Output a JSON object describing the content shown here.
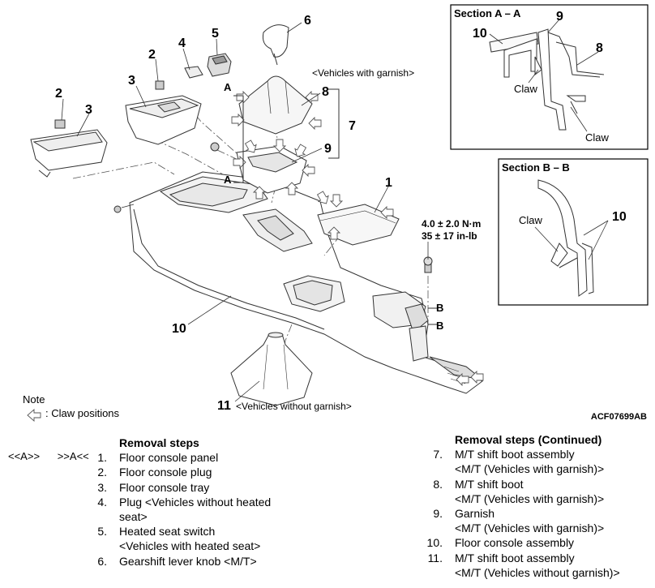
{
  "callouts": {
    "n1": "1",
    "n2a": "2",
    "n2b": "2",
    "n3a": "3",
    "n3b": "3",
    "n4": "4",
    "n5": "5",
    "n6": "6",
    "n7": "7",
    "n8": "8",
    "n9": "9",
    "n10": "10",
    "n11": "11",
    "a1": "A",
    "a2": "A",
    "b1": "B",
    "b2": "B"
  },
  "labels": {
    "with_garnish": "<Vehicles with garnish>",
    "without_garnish": "<Vehicles without garnish>",
    "torque_nm": "4.0 ± 2.0 N·m",
    "torque_lb": "35 ± 17 in-lb"
  },
  "section_aa": {
    "title": "Section A – A",
    "n9": "9",
    "n10": "10",
    "n8": "8",
    "claw1": "Claw",
    "claw2": "Claw"
  },
  "section_bb": {
    "title": "Section B – B",
    "claw": "Claw",
    "n10": "10"
  },
  "note": {
    "title": "Note",
    "claw_positions": ": Claw positions"
  },
  "figure_id": "ACF07699AB",
  "procedure_marks": {
    "left": "<<A>>",
    "right": ">>A<<"
  },
  "removal_steps": {
    "title": "Removal steps",
    "items": [
      {
        "num": "1.",
        "text": "Floor console panel"
      },
      {
        "num": "2.",
        "text": "Floor console plug"
      },
      {
        "num": "3.",
        "text": "Floor console tray"
      },
      {
        "num": "4.",
        "text": "Plug <Vehicles without heated\nseat>"
      },
      {
        "num": "5.",
        "text": "Heated seat switch\n<Vehicles with heated seat>"
      },
      {
        "num": "6.",
        "text": "Gearshift lever knob <M/T>"
      }
    ]
  },
  "removal_steps_cont": {
    "title": "Removal steps (Continued)",
    "items": [
      {
        "num": "7.",
        "text": "M/T shift boot assembly\n<M/T (Vehicles with garnish)>"
      },
      {
        "num": "8.",
        "text": "M/T shift boot\n<M/T (Vehicles with garnish)>"
      },
      {
        "num": "9.",
        "text": "Garnish\n<M/T (Vehicles with garnish)>"
      },
      {
        "num": "10.",
        "text": "Floor console assembly"
      },
      {
        "num": "11.",
        "text": "M/T shift boot assembly\n<M/T (Vehicles without garnish)>"
      }
    ]
  }
}
